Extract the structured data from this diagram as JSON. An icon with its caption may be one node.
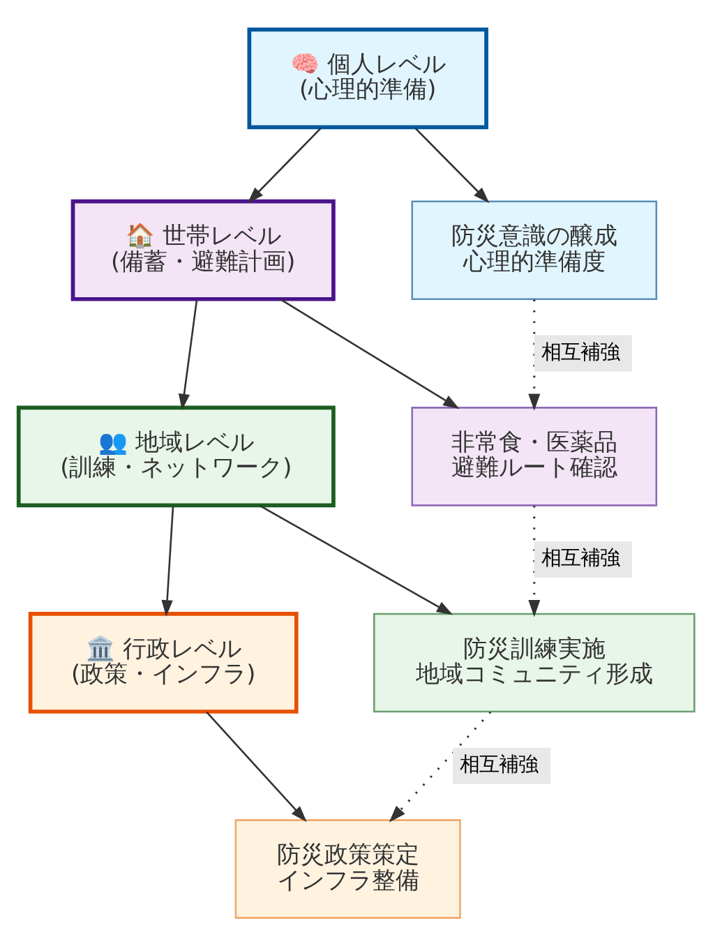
{
  "diagram": {
    "nodes": [
      {
        "text": [
          "🧠 個人レベル",
          "(心理的準備)"
        ]
      },
      {
        "text": [
          "🏠 世帯レベル",
          "(備蓄・避難計画)"
        ]
      },
      {
        "text": [
          "防災意識の醸成",
          "心理的準備度"
        ]
      },
      {
        "text": [
          "👥 地域レベル",
          "(訓練・ネットワーク)"
        ]
      },
      {
        "text": [
          "非常食・医薬品",
          "避難ルート確認"
        ]
      },
      {
        "text": [
          "🏛️ 行政レベル",
          "(政策・インフラ)"
        ]
      },
      {
        "text": [
          "防災訓練実施",
          "地域コミュニティ形成"
        ]
      },
      {
        "text": [
          "防災政策策定",
          "インフラ整備"
        ]
      }
    ],
    "edges": [
      {
        "from": 0,
        "to": 1,
        "arrow": "to"
      },
      {
        "from": 0,
        "to": 2,
        "arrow": "to"
      },
      {
        "from": 1,
        "to": 3,
        "arrow": "to"
      },
      {
        "from": 1,
        "to": 4,
        "arrow": "to"
      },
      {
        "from": 2,
        "to": 4,
        "arrow": "to",
        "label": "相互補強",
        "style": "dashed"
      },
      {
        "from": 3,
        "to": 5,
        "arrow": "to"
      },
      {
        "from": 3,
        "to": 6,
        "arrow": "to"
      },
      {
        "from": 4,
        "to": 6,
        "arrow": "to",
        "label": "相互補強",
        "style": "dashed"
      },
      {
        "from": 5,
        "to": 7,
        "arrow": "to"
      },
      {
        "from": 6,
        "to": 7,
        "arrow": "to",
        "label": "相互補強",
        "style": "dashed"
      }
    ]
  }
}
